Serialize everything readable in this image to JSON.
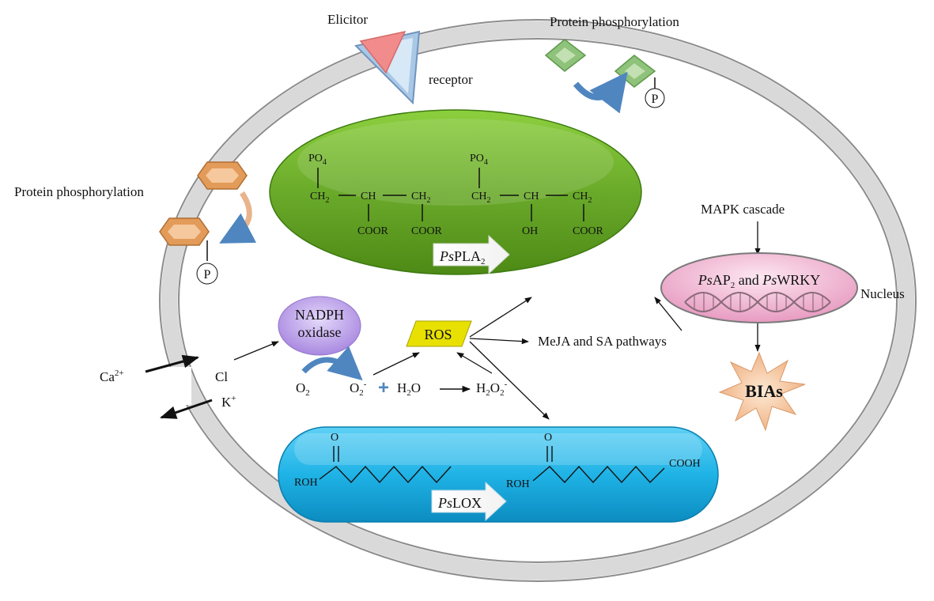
{
  "labels": {
    "elicitor": "Elicitor",
    "receptor": "receptor",
    "protein_phos_top": "Protein phosphorylation",
    "protein_phos_left": "Protein phosphorylation",
    "phospho_p": "P",
    "nadph_line1": "NADPH",
    "nadph_line2": "oxidase",
    "ros": "ROS",
    "meja_sa": "MeJA and SA pathways",
    "mapk": "MAPK cascade",
    "nucleus": "Nucleus",
    "bias": "BIAs",
    "ca_ion": "Ca",
    "ca_sup": "2+",
    "cl_ion": "Cl",
    "k_ion": "K",
    "k_sup": "+",
    "o2": "O",
    "o2_sub": "2",
    "o2minus": "O",
    "o2minus_sub": "2",
    "o2minus_sup": "-",
    "plus": "+",
    "h2o": "H",
    "h2o_sub": "2",
    "h2o_o": "O",
    "h2o2": "H",
    "h2o2_sub1": "2",
    "h2o2_o": "O",
    "h2o2_sub2": "2",
    "h2o2_sup": "-"
  },
  "pla2": {
    "enzyme_italic": "Ps",
    "enzyme_rest": "PLA",
    "enzyme_sub": "2",
    "po4": "PO",
    "po4_sub": "4",
    "ch2": "CH",
    "ch2_sub": "2",
    "ch": "CH",
    "coor": "COOR",
    "oh": "OH"
  },
  "lox": {
    "enzyme_italic": "Ps",
    "enzyme_rest": "LOX",
    "oxygen": "O",
    "roh": "ROH",
    "cooh": "COOH"
  },
  "nucleus_genes": {
    "g1_italic": "Ps",
    "g1_rest": "AP",
    "g1_sub": "2",
    "and": " and ",
    "g2_italic": "Ps",
    "g2_rest": "WRKY"
  },
  "colors": {
    "membrane": "#d9d9d9",
    "membrane_edge": "#8c8c8c",
    "pla2_green": "#6aaa2a",
    "lox_blue": "#1fb3e6",
    "nadph_purple": "#b89ee6",
    "ros_yellow": "#e8e000",
    "nucleus_pink": "#f2b8d2",
    "bias_star": "#f6c9a0",
    "arrow_blue": "#4f86c0",
    "hex_orange": "#e39b5a",
    "diamond_green": "#8fc27a"
  }
}
